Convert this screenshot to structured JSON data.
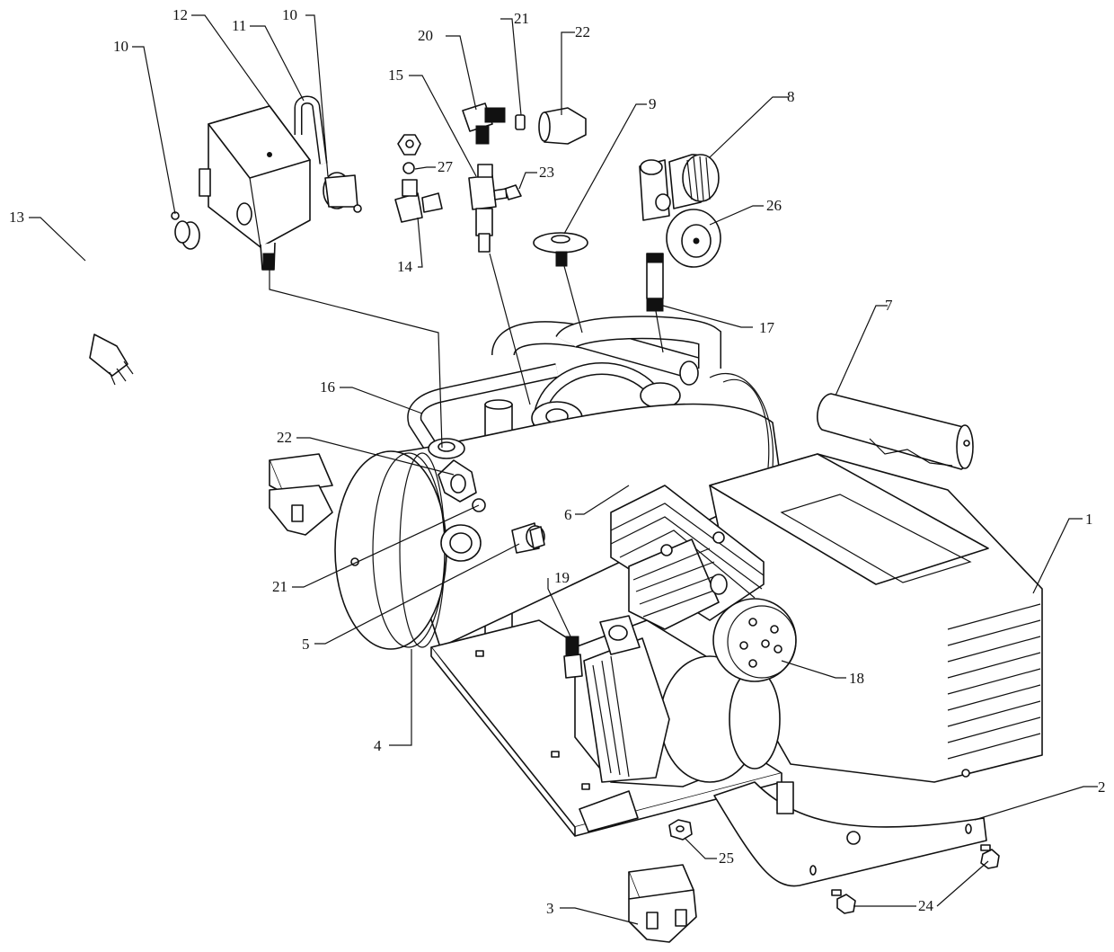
{
  "diagram": {
    "callouts": [
      {
        "id": "c1",
        "text": "1"
      },
      {
        "id": "c2",
        "text": "2"
      },
      {
        "id": "c3",
        "text": "3"
      },
      {
        "id": "c4",
        "text": "4"
      },
      {
        "id": "c5",
        "text": "5"
      },
      {
        "id": "c6",
        "text": "6"
      },
      {
        "id": "c7",
        "text": "7"
      },
      {
        "id": "c8",
        "text": "8"
      },
      {
        "id": "c9",
        "text": "9"
      },
      {
        "id": "c10a",
        "text": "10"
      },
      {
        "id": "c10b",
        "text": "10"
      },
      {
        "id": "c11",
        "text": "11"
      },
      {
        "id": "c12",
        "text": "12"
      },
      {
        "id": "c13",
        "text": "13"
      },
      {
        "id": "c14",
        "text": "14"
      },
      {
        "id": "c15",
        "text": "15"
      },
      {
        "id": "c16",
        "text": "16"
      },
      {
        "id": "c17",
        "text": "17"
      },
      {
        "id": "c18",
        "text": "18"
      },
      {
        "id": "c19",
        "text": "19"
      },
      {
        "id": "c20",
        "text": "20"
      },
      {
        "id": "c21a",
        "text": "21"
      },
      {
        "id": "c21b",
        "text": "21"
      },
      {
        "id": "c22a",
        "text": "22"
      },
      {
        "id": "c22b",
        "text": "22"
      },
      {
        "id": "c23",
        "text": "23"
      },
      {
        "id": "c24",
        "text": "24"
      },
      {
        "id": "c25",
        "text": "25"
      },
      {
        "id": "c26",
        "text": "26"
      },
      {
        "id": "c27",
        "text": "27"
      }
    ]
  }
}
